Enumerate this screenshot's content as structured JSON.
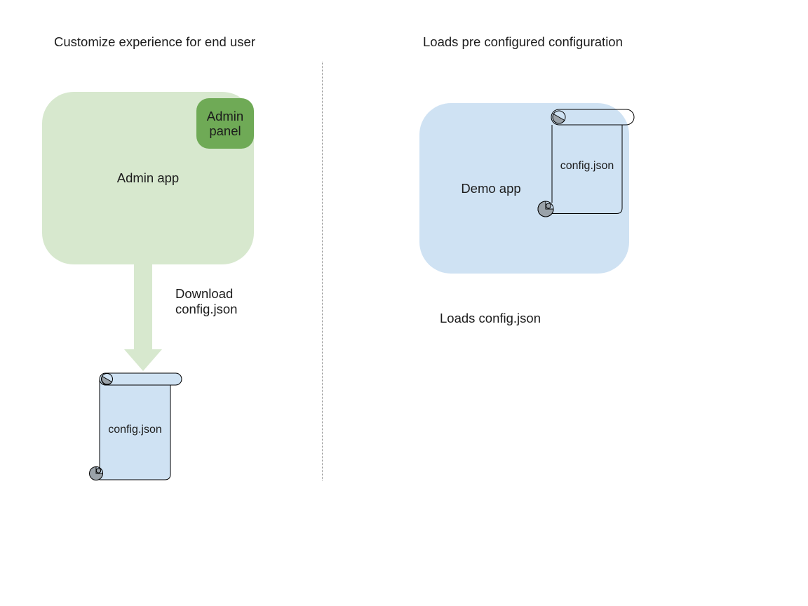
{
  "diagram": {
    "left": {
      "title": "Customize experience for end user",
      "admin_app_label": "Admin app",
      "admin_panel_label": "Admin panel",
      "download_caption": "Download config.json",
      "scroll_label": "config.json"
    },
    "right": {
      "title": "Loads pre configured configuration",
      "demo_app_label": "Demo app",
      "scroll_label": "config.json",
      "caption": "Loads config.json"
    }
  },
  "colors": {
    "green_light": "#d7e8ce",
    "green_dark": "#6faa56",
    "blue_light": "#cfe2f3",
    "curl_gray": "#9aa2a9",
    "outline": "#000000",
    "divider": "#8a8a8a",
    "text": "#1c1c1c",
    "background": "#ffffff"
  }
}
